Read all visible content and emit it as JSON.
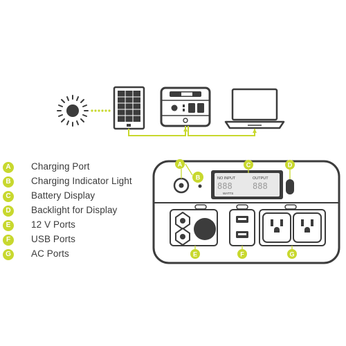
{
  "colors": {
    "accent": "#c8d82e",
    "line": "#3c3c3c",
    "text": "#3a3a3a",
    "screen": "#e8e8e8"
  },
  "icons": [
    "sun-icon",
    "solar-panel-icon",
    "power-station-icon",
    "laptop-icon"
  ],
  "panel_letters": {
    "a": "A",
    "b": "B",
    "c": "C",
    "d": "D",
    "e": "E",
    "f": "F",
    "g": "G"
  },
  "display": {
    "input_label": "NO INPUT",
    "output_label": "OUTPUT",
    "digits_left": "888",
    "digits_right": "888",
    "watts_label": "WATTS"
  },
  "legend": [
    {
      "letter": "A",
      "label": "Charging Port"
    },
    {
      "letter": "B",
      "label": "Charging Indicator Light"
    },
    {
      "letter": "C",
      "label": "Battery Display"
    },
    {
      "letter": "D",
      "label": "Backlight for Display"
    },
    {
      "letter": "E",
      "label": "12 V Ports"
    },
    {
      "letter": "F",
      "label": "USB Ports"
    },
    {
      "letter": "G",
      "label": "AC Ports"
    }
  ]
}
